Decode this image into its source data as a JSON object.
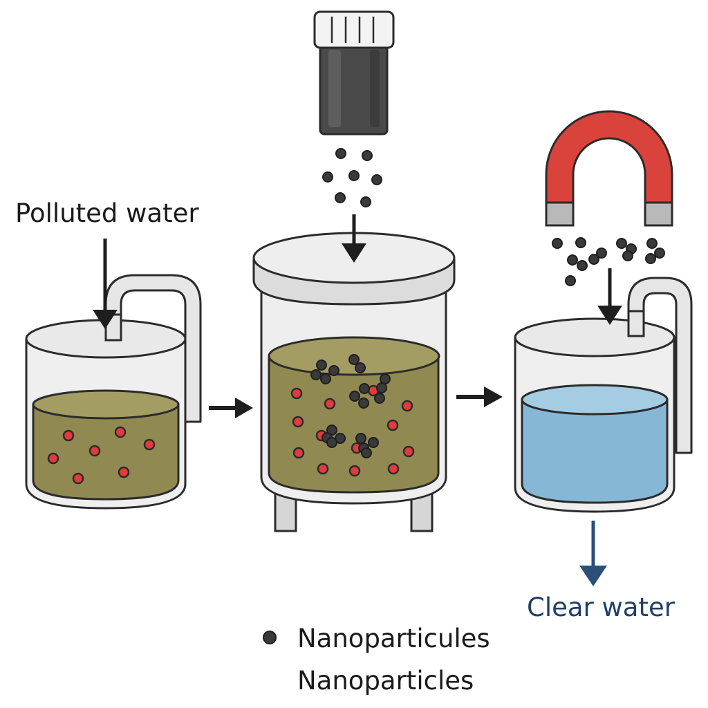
{
  "labels": {
    "polluted_water": "Polluted water",
    "clear_water": "Clear water"
  },
  "legend": {
    "line1": "Nanoparticules",
    "line2": "Nanoparticles"
  },
  "colors": {
    "outline": "#2b2b2b",
    "glass": "#ebebeb",
    "lid": "#dcdcdc",
    "polluted_water": "#908a52",
    "polluted_water_top": "#a39c63",
    "clear_water": "#86b8d6",
    "clear_water_top": "#a4cde4",
    "pollutant": "#e23b3b",
    "nanoparticle": "#3a3a3a",
    "magnet": "#d9433b",
    "magnet_pole": "#b9b9b9",
    "container_body": "#4a4a4a",
    "arrow": "#1e1e1e",
    "clear_arrow": "#2a4f78",
    "clear_label": "#1f3f66"
  },
  "icons": [
    "nanoparticle-container-icon",
    "horseshoe-magnet-icon",
    "arrow-icon"
  ]
}
